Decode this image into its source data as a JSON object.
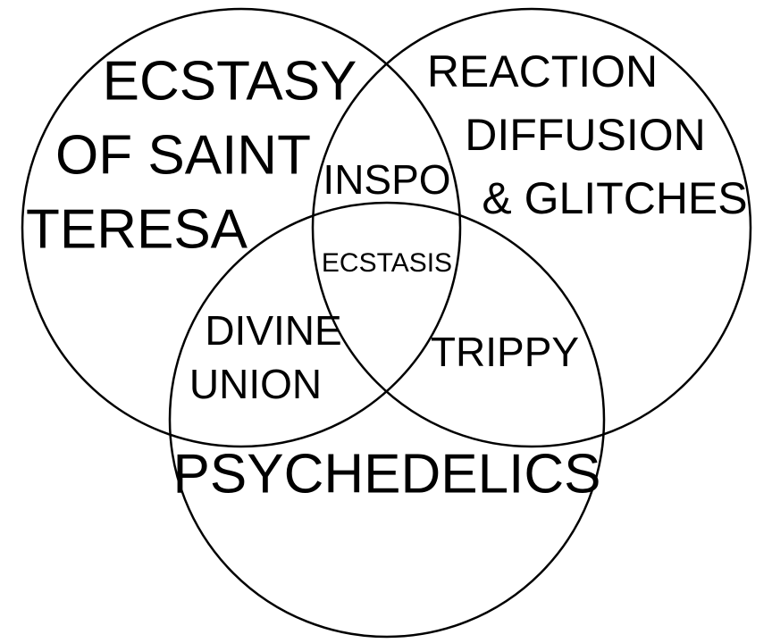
{
  "diagram": {
    "sets": {
      "left": {
        "name": "ecstasy-of-saint-teresa",
        "lines": [
          "ECSTASY",
          "OF SAINT",
          "TERESA"
        ]
      },
      "right": {
        "name": "reaction-diffusion-glitches",
        "lines": [
          "REACTION",
          "DIFFUSION",
          "& GLITCHES"
        ]
      },
      "bottom": {
        "name": "psychedelics",
        "lines": [
          "PSYCHEDELICS"
        ]
      }
    },
    "intersections": {
      "left_right": {
        "lines": [
          "INSPO"
        ]
      },
      "left_bottom": {
        "lines": [
          "DIVINE",
          "UNION"
        ]
      },
      "right_bottom": {
        "lines": [
          "TRIPPY"
        ]
      },
      "center": {
        "lines": [
          "ECSTASIS"
        ]
      }
    },
    "colors": {
      "stroke": "#000000",
      "background": "#ffffff",
      "text": "#000000"
    }
  }
}
